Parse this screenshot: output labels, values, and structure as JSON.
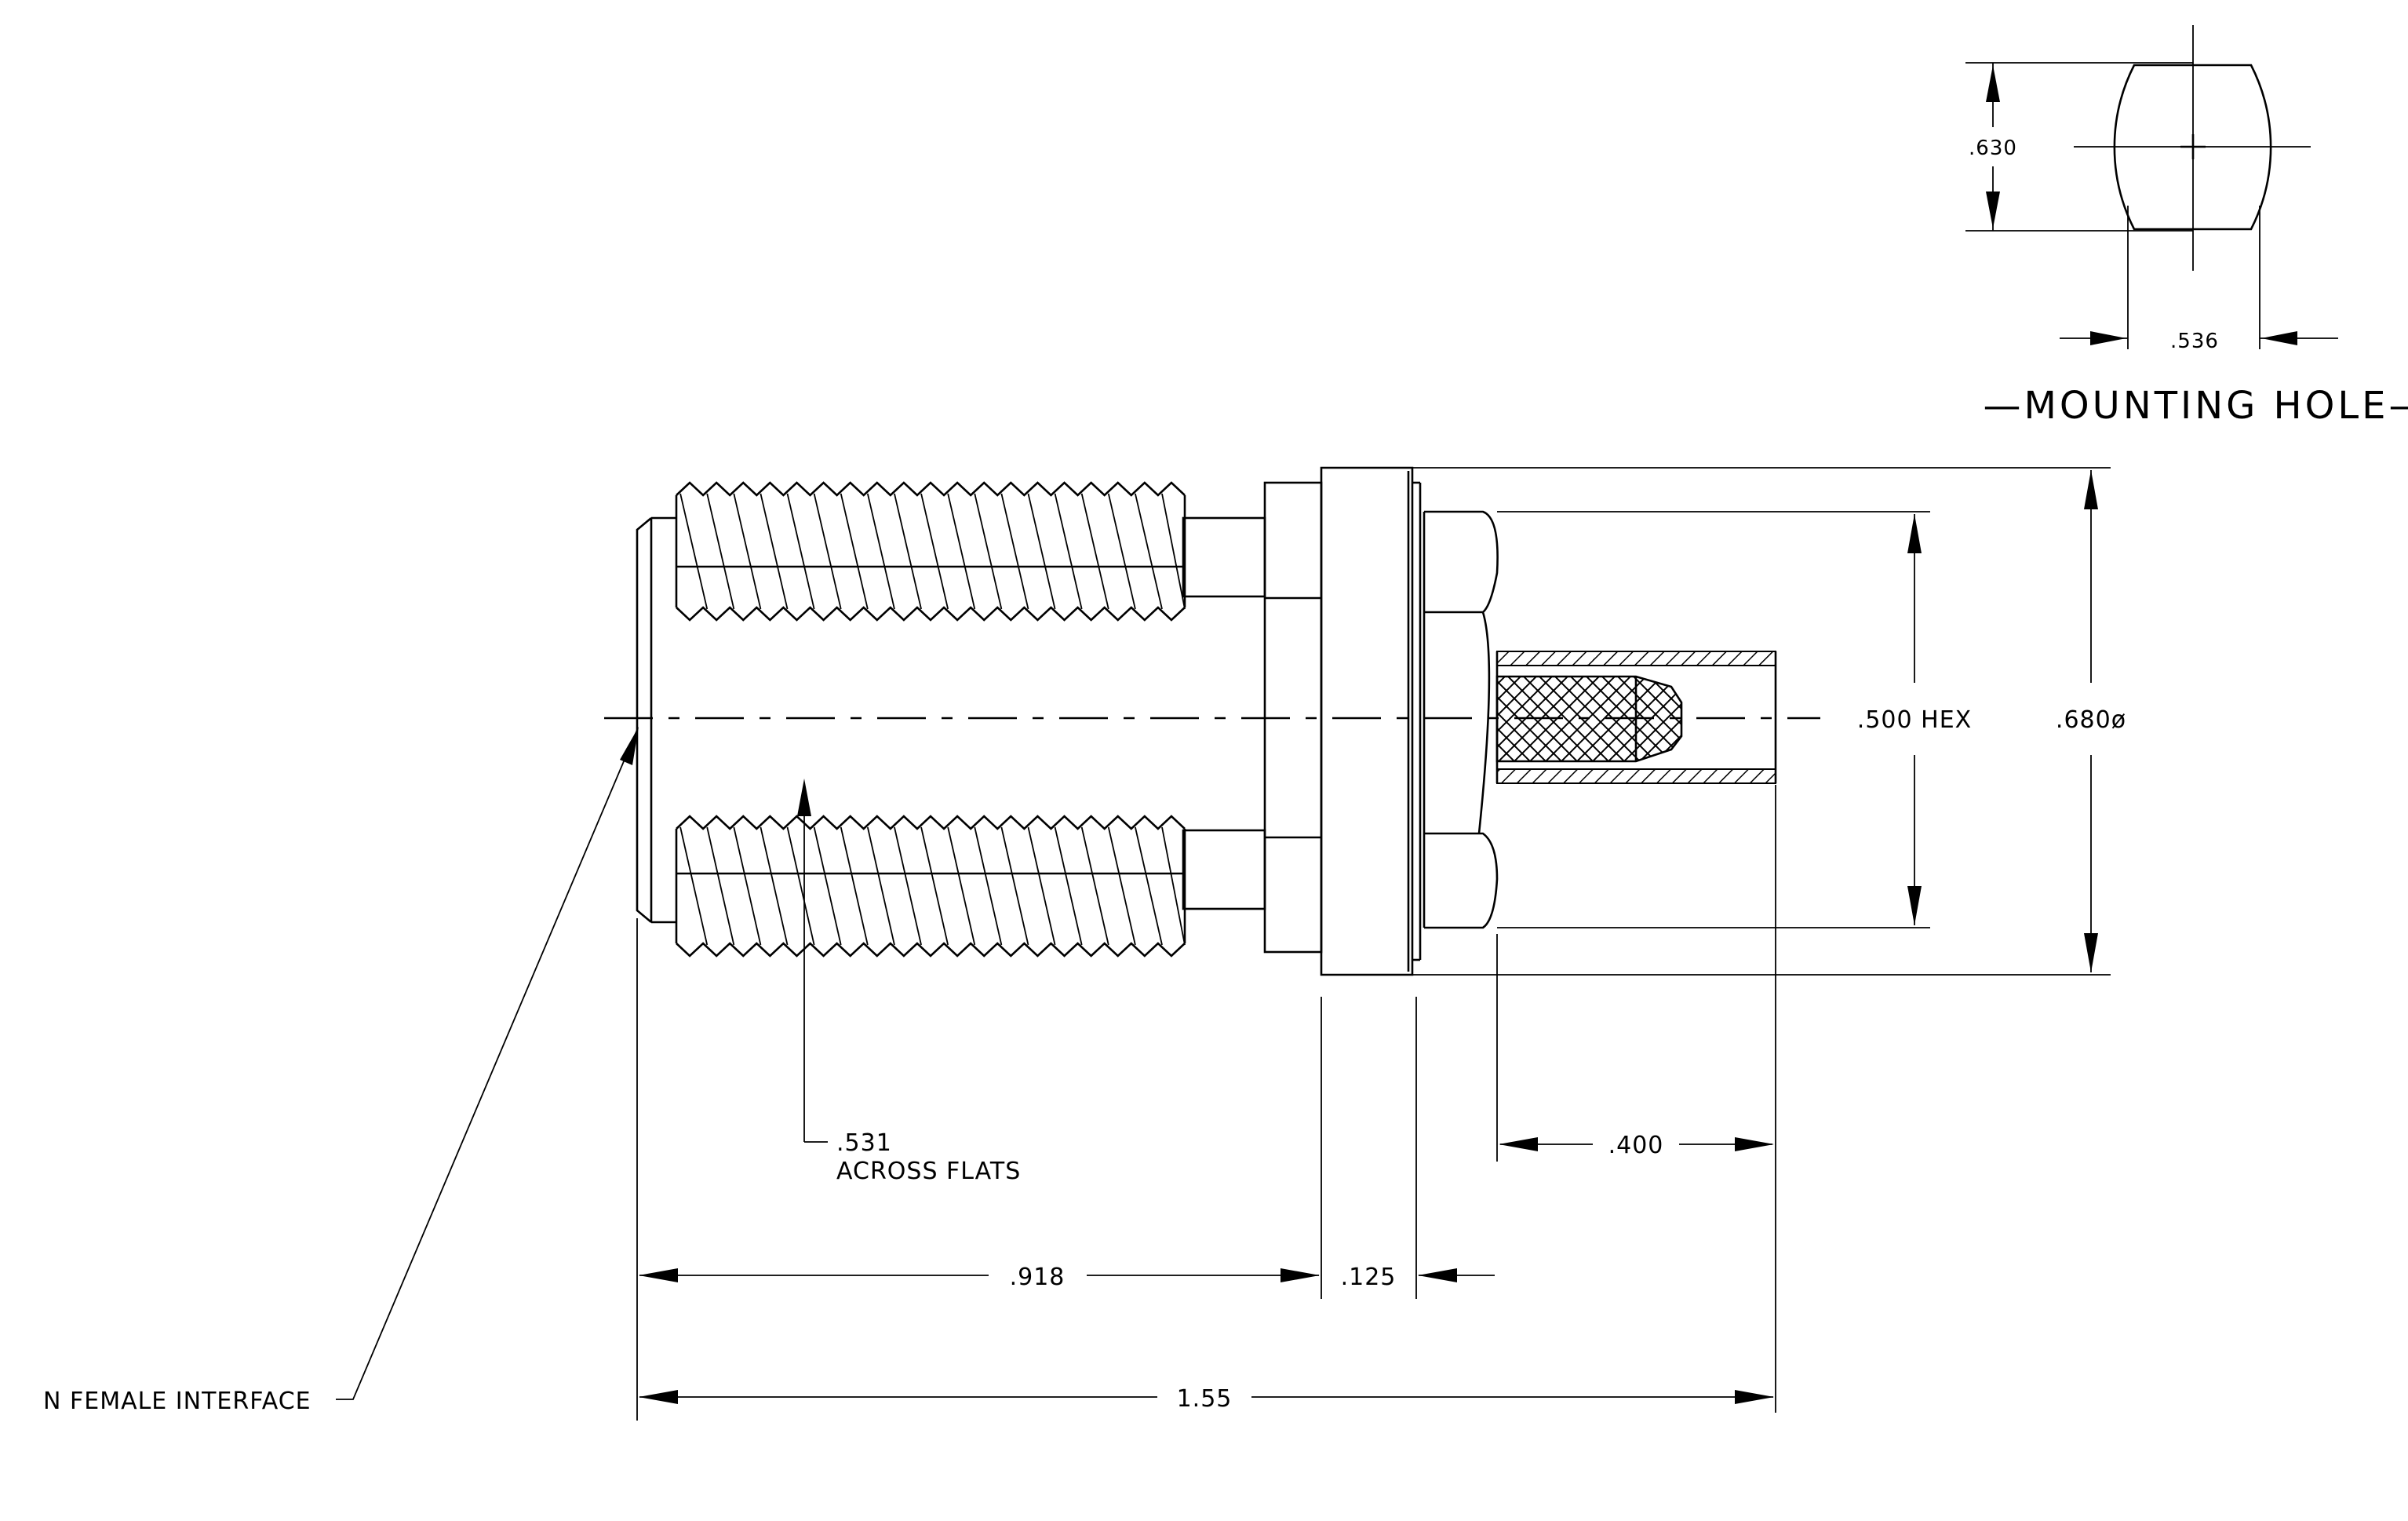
{
  "mounting_hole": {
    "title": "—MOUNTING HOLE—",
    "height_dim": ".630",
    "width_dim": ".536"
  },
  "dimensions": {
    "hex": ".500 HEX",
    "diameter": ".680ø",
    "across_flats_value": ".531",
    "across_flats_text": "ACROSS FLATS",
    "tail_length": ".400",
    "body_length": ".918",
    "flange_thickness": ".125",
    "overall_length": "1.55"
  },
  "callouts": {
    "interface": "N FEMALE INTERFACE"
  }
}
